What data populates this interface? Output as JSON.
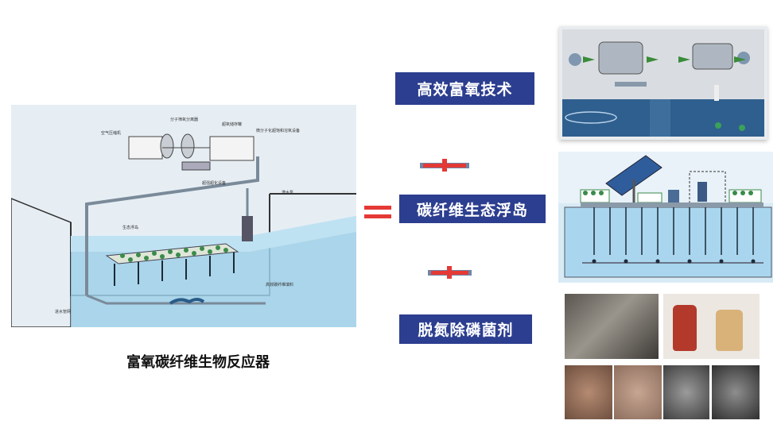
{
  "reactor_caption": "富氧碳纤维生物反应器",
  "equals_symbol": "=",
  "plus_symbol": "+",
  "reactor_labels": {
    "air_compressor": "空气压缩机",
    "molecular_sieve": "分子筛氧分离器",
    "oxygen_storage": "超氧储存罐",
    "molecularize_device": "微分子化超饱和溶氧设备",
    "gas_line": "超强超化设备",
    "submersible_pump": "潜水泵",
    "floating_island": "生态浮岛",
    "carbon_fiber_filler": "高效碳纤维填料",
    "inlet_pipe": "进水管网"
  },
  "tech_labels": [
    "高效富氧技术",
    "碳纤维生态浮岛",
    "脱氮除磷菌剂"
  ],
  "colors": {
    "label_bg": "#2c3e8f",
    "water": "#9fd0e8",
    "plus_red": "#e53935",
    "plus_bar": "#6f86a6"
  }
}
